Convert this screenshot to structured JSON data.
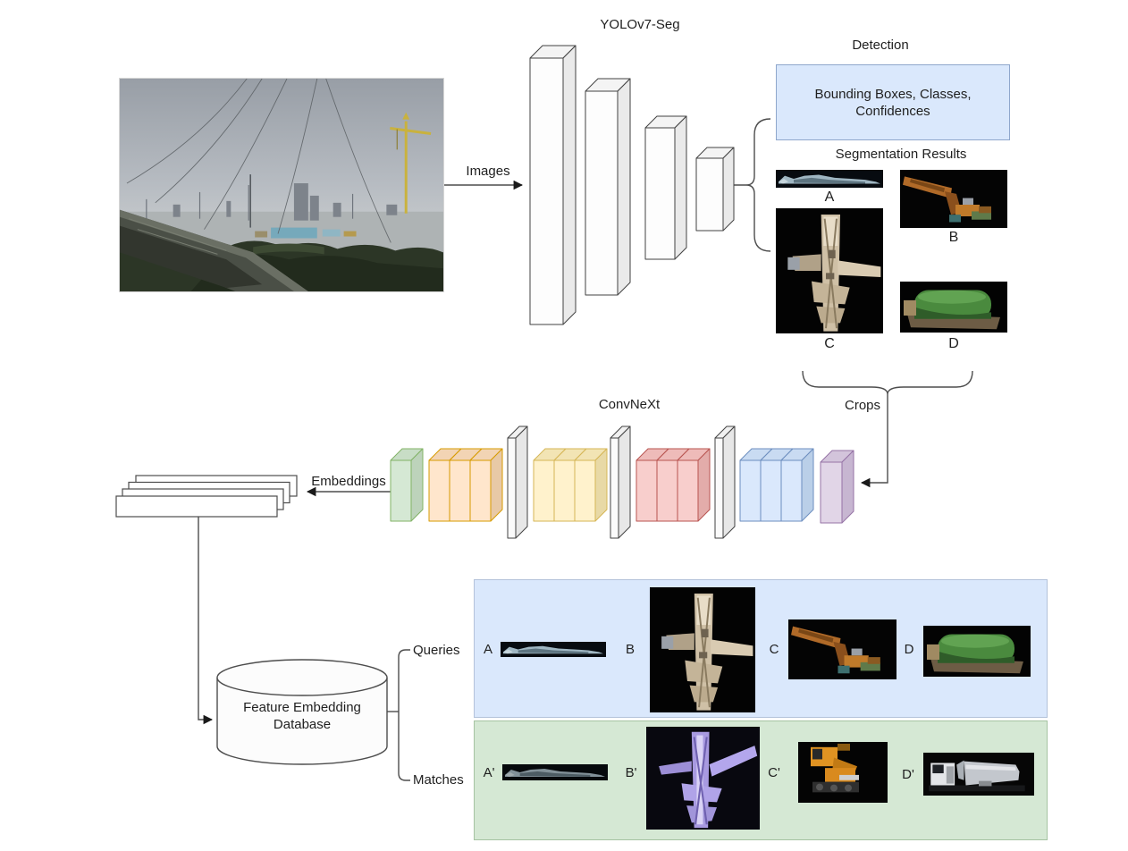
{
  "pipeline": {
    "images_label": "Images",
    "yolo_title": "YOLOv7-Seg",
    "detection_title": "Detection",
    "detection_output": "Bounding Boxes, Classes, Confidences",
    "segmentation_title": "Segmentation Results",
    "crops_label": "Crops",
    "convnext_title": "ConvNeXt",
    "embeddings_label": "Embeddings",
    "database_label": "Feature Embedding Database",
    "queries_label": "Queries",
    "matches_label": "Matches",
    "segmentation_items": [
      {
        "label": "A",
        "subject": "bridge-segment-strip"
      },
      {
        "label": "B",
        "subject": "crane-jib-segment"
      },
      {
        "label": "C",
        "subject": "tower-crane-segment"
      },
      {
        "label": "D",
        "subject": "mixer-drum-segment"
      }
    ],
    "query_items": [
      {
        "label": "A",
        "subject": "bridge-segment-strip"
      },
      {
        "label": "B",
        "subject": "tower-crane-segment"
      },
      {
        "label": "C",
        "subject": "crane-jib-segment"
      },
      {
        "label": "D",
        "subject": "mixer-drum-segment"
      }
    ],
    "match_items": [
      {
        "label": "A'",
        "subject": "bridge-segment-strip"
      },
      {
        "label": "B'",
        "subject": "tower-crane-purple-render"
      },
      {
        "label": "C'",
        "subject": "orange-excavator"
      },
      {
        "label": "D'",
        "subject": "mixer-truck"
      }
    ],
    "colors": {
      "detection_box": "#dae8fc",
      "queries_panel": "#dae8fc",
      "matches_panel": "#d5e8d4",
      "block_green": "#d5e8d4",
      "block_orange": "#ffe6cc",
      "block_yellow": "#fff2cc",
      "block_red": "#f8cecc",
      "block_blue": "#dae8fc",
      "block_purple": "#e1d5e7"
    }
  }
}
